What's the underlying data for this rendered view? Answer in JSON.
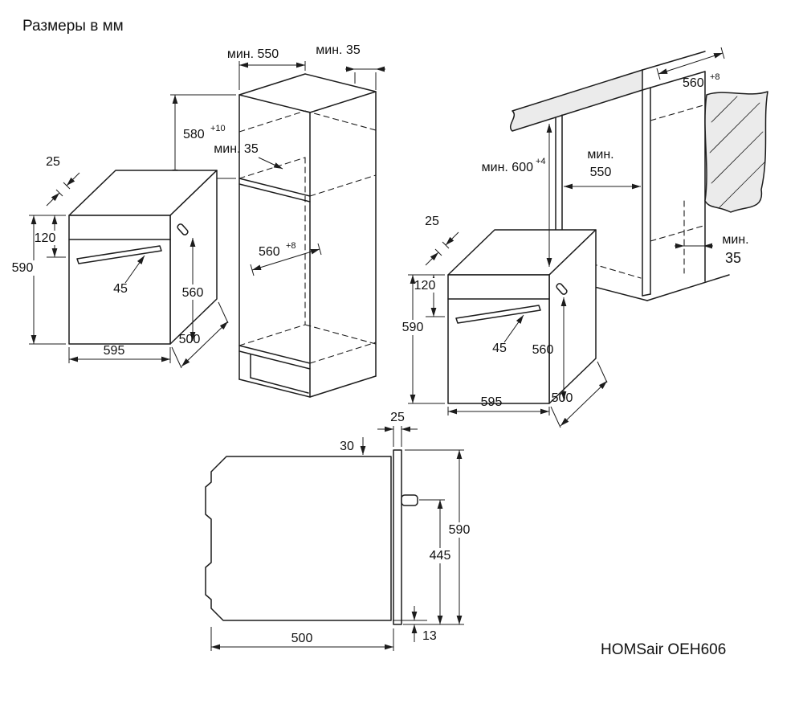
{
  "title": "Размеры в мм",
  "model": "HOMSair OEH606",
  "tall_cabinet": {
    "min_depth_top": "мин. 550",
    "min_gap_top": "мин. 35",
    "niche_height": "580",
    "niche_height_tol": "+10",
    "min_gap_inner": "мин. 35",
    "niche_depth": "560",
    "niche_depth_tol": "+8"
  },
  "oven": {
    "top_clearance": "25",
    "panel_height": "120",
    "height": "590",
    "handle_depth": "45",
    "depth": "560",
    "width": "595",
    "body_depth": "500"
  },
  "undercounter": {
    "niche_depth": "560",
    "niche_depth_tol": "+8",
    "niche_height": "мин. 600",
    "niche_height_tol": "+4",
    "min_word": "мин.",
    "interior_depth": "550",
    "gap_min_word": "мин.",
    "gap": "35"
  },
  "side_view": {
    "door_thickness": "25",
    "top_inset": "30",
    "height": "590",
    "handle_to_bottom": "445",
    "bottom_lip": "13",
    "body_depth": "500"
  }
}
